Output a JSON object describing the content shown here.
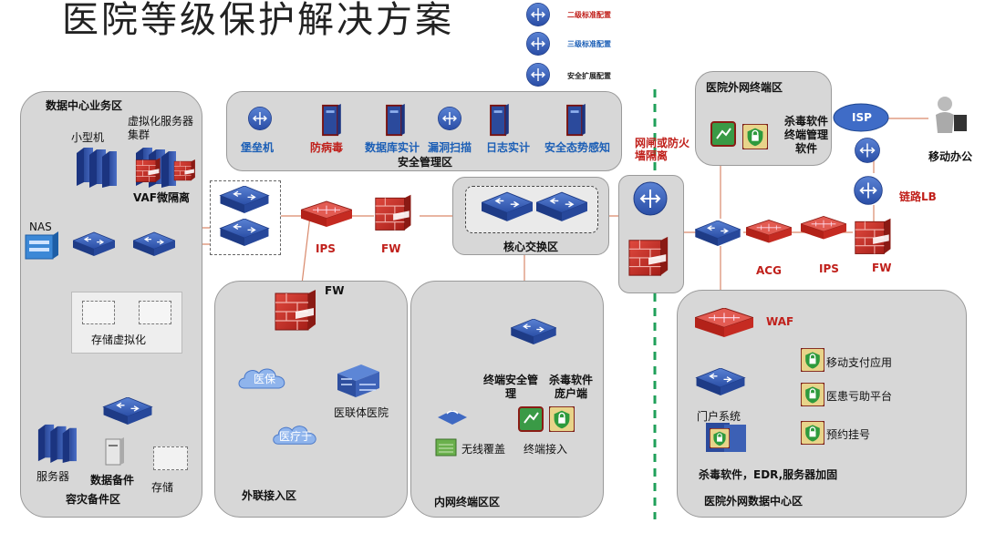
{
  "title": "医院等级保护解决方案",
  "legend": [
    {
      "label": "二级标准配置",
      "color": "#c0201b"
    },
    {
      "label": "三级标准配置",
      "color": "#1c5fb6"
    },
    {
      "label": "安全扩展配置",
      "color": "#222222"
    }
  ],
  "zones": {
    "datacenter": "数据中心业务区",
    "security_mgmt": "安全管理区",
    "core": "核心交换区",
    "extranet": "外联接入区",
    "intranet_terminal": "内网终端区区",
    "outer_terminal": "医院外网终端区",
    "outer_datacenter": "医院外网数据中心区",
    "disaster": "容灾备件区"
  },
  "datacenter": {
    "minicomputer": "小型机",
    "virtual_cluster": "虚拟化服务器集群",
    "vaf": "VAF微隔离",
    "nas": "NAS",
    "storage_virtual": "存储虚拟化",
    "server": "服务器",
    "data_backup": "数据备件",
    "storage": "存储"
  },
  "security_mgmt_items": [
    "堡垒机",
    "防病毒",
    "数据库实计",
    "漏洞扫描",
    "日志实计",
    "安全态势感知"
  ],
  "main_path": {
    "ips": "IPS",
    "fw": "FW",
    "gatekeeper": "网闸或防火墙隔离"
  },
  "extranet": {
    "fw": "FW",
    "insurance": "医保",
    "medical": "医疗于",
    "hospital": "医联体医院"
  },
  "intranet": {
    "terminal_mgmt": "终端安全管理",
    "antivirus": "杀毒软件庞户端",
    "wireless": "无线覆盖",
    "terminal_access": "终端接入"
  },
  "outer_terminal": {
    "antivirus": "杀毒软件终端管理软件",
    "isp": "ISP",
    "mobile_office": "移动办公",
    "link_lb": "链路LB",
    "acg": "ACG",
    "ips": "IPS",
    "fw": "FW"
  },
  "outer_datacenter": {
    "waf": "WAF",
    "portal": "门户系统",
    "mobile_pay": "移动支付应用",
    "patient_platform": "医患亏助平台",
    "appointment": "预约挂号",
    "footer": "杀毒软件，EDR,服务器加固"
  }
}
